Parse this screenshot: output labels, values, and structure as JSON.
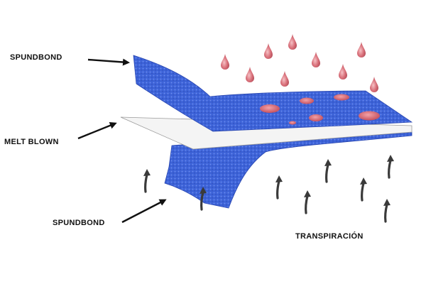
{
  "labels": {
    "top_layer": "SPUNDBOND",
    "middle_layer": "MELT BLOWN",
    "bottom_layer": "SPUNDBOND",
    "transpiration": "TRANSPIRACIÓN"
  },
  "colors": {
    "fabric_blue": "#3d63d8",
    "fabric_blue_dark": "#2a47b0",
    "meltblown_white": "#f4f4f4",
    "drop_red": "#d9707a",
    "arrow_gray": "#3a3a3a",
    "pointer_black": "#111111"
  },
  "icons": {
    "droplets": "water-droplet-icon",
    "vapor_arrows": "vapor-arrow-icon",
    "pointers": "arrow-pointer-icon"
  }
}
